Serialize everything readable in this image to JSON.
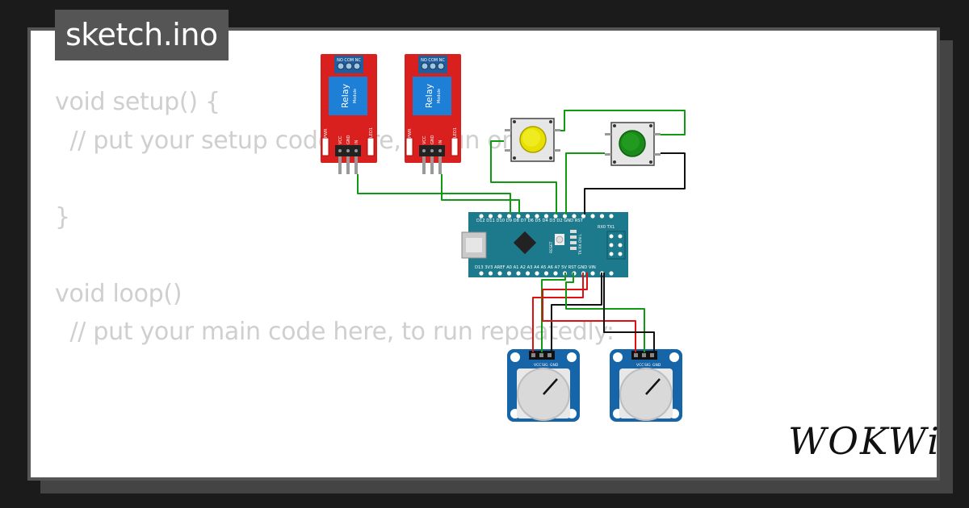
{
  "file": {
    "name": "sketch.ino"
  },
  "code_lines": [
    "void setup() {",
    "  // put your setup code here, to run once:",
    "",
    "}",
    "",
    "void loop()",
    "  // put your main code here, to run repeatedly:"
  ],
  "relay": {
    "title": "Relay",
    "subtitle": "Module",
    "terminals": "NO COM NC",
    "pwr": "PWR",
    "led": "LED1",
    "pins": [
      "VCC",
      "GND",
      "IN"
    ]
  },
  "nano": {
    "top_pins": "D12 D11 D10 D9 D8 D7 D6 D5 D4 D3 D2 GND RST",
    "bottom_pins": "D13 3V3 AREF A0 A1 A2 A3 A4 A5 A6 A7 5V RST GND VIN",
    "rxtx": "RX0 TX1",
    "reset": "RESET",
    "leds": "TX RX ON L"
  },
  "pot": {
    "pins": [
      "VCC",
      "SIG",
      "GND"
    ]
  },
  "brand": {
    "logo": "WOKWi"
  },
  "colors": {
    "relay_red": "#d9201f",
    "relay_blue": "#1d7fd6",
    "nano_teal": "#1d7a8c",
    "pot_blue": "#1565a8",
    "wire_green": "#119911",
    "wire_red": "#e01010",
    "wire_black": "#111111",
    "button_yellow": "#e8e000",
    "button_green": "#1a8a1a"
  }
}
